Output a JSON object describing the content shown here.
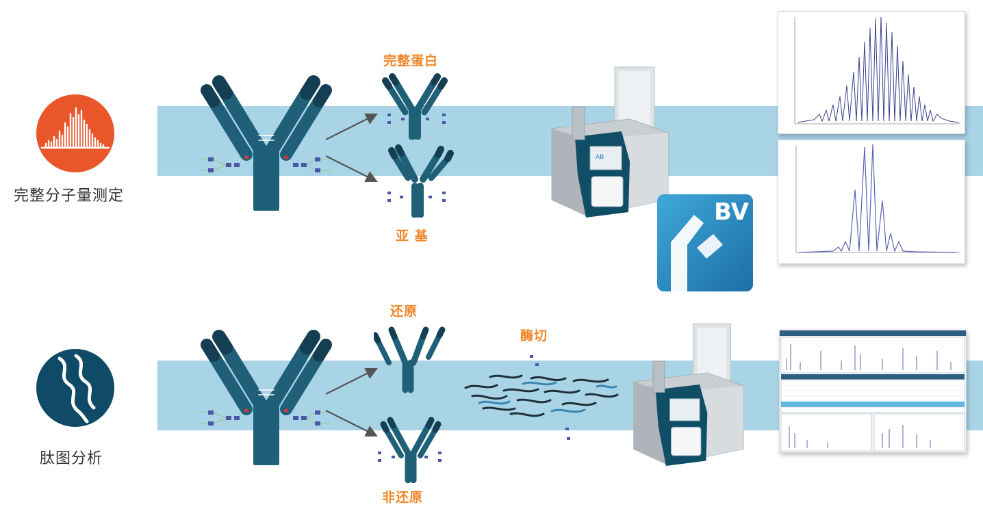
{
  "colors": {
    "band": "#a8d4e6",
    "antibody": "#1f5f78",
    "antibody_tip": "#143f52",
    "orange": "#f0872a",
    "intact_icon_bg": "#e8562a",
    "peptide_icon_bg": "#0f4a66",
    "spectrum_line": "#3b3f8f"
  },
  "row1": {
    "label": "完整分子量测定",
    "icon": "spectrum-burst-icon",
    "branch_top_label": "完整蛋白",
    "branch_bottom_label": "亚 基",
    "software_logo_text": "BV"
  },
  "row2": {
    "label": "肽图分析",
    "icon": "peptide-helix-icon",
    "branch_top_label": "还原",
    "branch_bottom_label": "非还原",
    "digest_label": "酶切"
  }
}
